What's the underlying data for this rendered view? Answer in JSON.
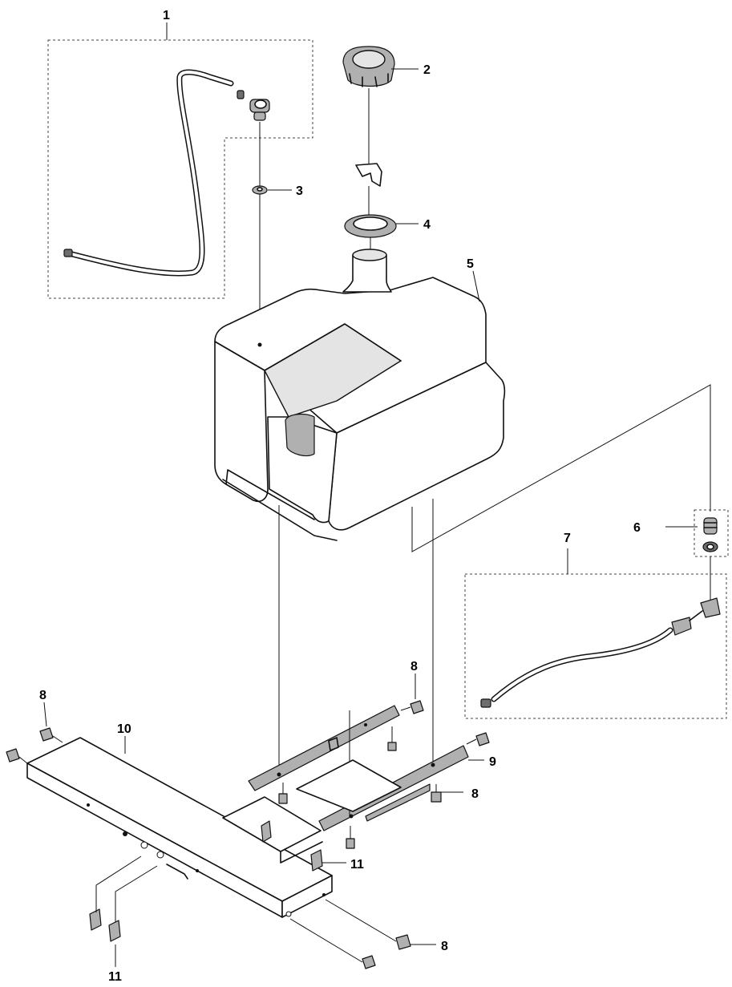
{
  "callouts": [
    {
      "id": "c1",
      "label": "1"
    },
    {
      "id": "c2",
      "label": "2"
    },
    {
      "id": "c3",
      "label": "3"
    },
    {
      "id": "c4",
      "label": "4"
    },
    {
      "id": "c5",
      "label": "5"
    },
    {
      "id": "c6",
      "label": "6"
    },
    {
      "id": "c7",
      "label": "7"
    },
    {
      "id": "c8a",
      "label": "8"
    },
    {
      "id": "c8b",
      "label": "8"
    },
    {
      "id": "c8c",
      "label": "8"
    },
    {
      "id": "c8d",
      "label": "8"
    },
    {
      "id": "c9",
      "label": "9"
    },
    {
      "id": "c10",
      "label": "10"
    },
    {
      "id": "c11a",
      "label": "11"
    },
    {
      "id": "c11b",
      "label": "11"
    }
  ]
}
